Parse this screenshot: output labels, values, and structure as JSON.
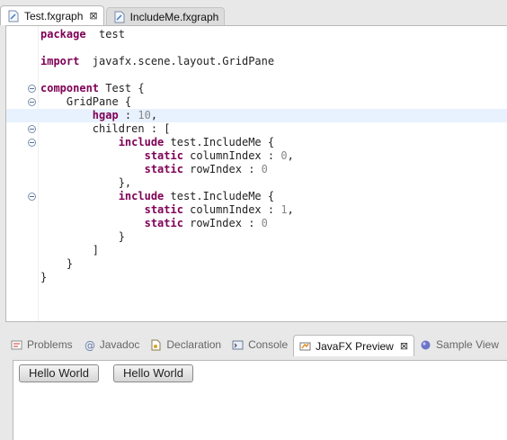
{
  "editor_tabs": [
    {
      "label": "Test.fxgraph",
      "active": true
    },
    {
      "label": "IncludeMe.fxgraph",
      "active": false
    }
  ],
  "code_lines": [
    {
      "fold": false,
      "current": false,
      "parts": [
        [
          "kw",
          "package"
        ],
        [
          "",
          "  test"
        ]
      ]
    },
    {
      "fold": false,
      "current": false,
      "parts": []
    },
    {
      "fold": false,
      "current": false,
      "parts": [
        [
          "kw",
          "import"
        ],
        [
          "",
          "  javafx.scene.layout.GridPane"
        ]
      ]
    },
    {
      "fold": false,
      "current": false,
      "parts": []
    },
    {
      "fold": true,
      "current": false,
      "parts": [
        [
          "kw",
          "component"
        ],
        [
          "",
          " Test {"
        ]
      ]
    },
    {
      "fold": true,
      "current": false,
      "parts": [
        [
          "",
          "    GridPane {"
        ]
      ]
    },
    {
      "fold": false,
      "current": true,
      "parts": [
        [
          "kw",
          "        hgap"
        ],
        [
          "",
          " : "
        ],
        [
          "num",
          "10"
        ],
        [
          "",
          ","
        ]
      ]
    },
    {
      "fold": true,
      "current": false,
      "parts": [
        [
          "",
          "        children : ["
        ]
      ]
    },
    {
      "fold": true,
      "current": false,
      "parts": [
        [
          "kw",
          "            include"
        ],
        [
          "",
          " test.IncludeMe {"
        ]
      ]
    },
    {
      "fold": false,
      "current": false,
      "parts": [
        [
          "kw",
          "                static"
        ],
        [
          "",
          " columnIndex : "
        ],
        [
          "num",
          "0"
        ],
        [
          "",
          ","
        ]
      ]
    },
    {
      "fold": false,
      "current": false,
      "parts": [
        [
          "kw",
          "                static"
        ],
        [
          "",
          " rowIndex : "
        ],
        [
          "num",
          "0"
        ]
      ]
    },
    {
      "fold": false,
      "current": false,
      "parts": [
        [
          "",
          "            },"
        ]
      ]
    },
    {
      "fold": true,
      "current": false,
      "parts": [
        [
          "kw",
          "            include"
        ],
        [
          "",
          " test.IncludeMe {"
        ]
      ]
    },
    {
      "fold": false,
      "current": false,
      "parts": [
        [
          "kw",
          "                static"
        ],
        [
          "",
          " columnIndex : "
        ],
        [
          "num",
          "1"
        ],
        [
          "",
          ","
        ]
      ]
    },
    {
      "fold": false,
      "current": false,
      "parts": [
        [
          "kw",
          "                static"
        ],
        [
          "",
          " rowIndex : "
        ],
        [
          "num",
          "0"
        ]
      ]
    },
    {
      "fold": false,
      "current": false,
      "parts": [
        [
          "",
          "            }"
        ]
      ]
    },
    {
      "fold": false,
      "current": false,
      "parts": [
        [
          "",
          "        ]"
        ]
      ]
    },
    {
      "fold": false,
      "current": false,
      "parts": [
        [
          "",
          "    }"
        ]
      ]
    },
    {
      "fold": false,
      "current": false,
      "parts": [
        [
          "",
          "}"
        ]
      ]
    }
  ],
  "view_tabs": [
    {
      "label": "Problems",
      "icon": "problems-icon",
      "active": false
    },
    {
      "label": "Javadoc",
      "icon": "at-icon",
      "active": false
    },
    {
      "label": "Declaration",
      "icon": "declaration-icon",
      "active": false
    },
    {
      "label": "Console",
      "icon": "console-icon",
      "active": false
    },
    {
      "label": "JavaFX Preview",
      "icon": "javafx-icon",
      "active": true
    },
    {
      "label": "Sample View",
      "icon": "sample-view-icon",
      "active": false
    }
  ],
  "preview": {
    "buttons": [
      "Hello World",
      "Hello World"
    ]
  },
  "colors": {
    "keyword": "#7f0055",
    "number": "#888888",
    "current_line": "#e8f2fe"
  }
}
